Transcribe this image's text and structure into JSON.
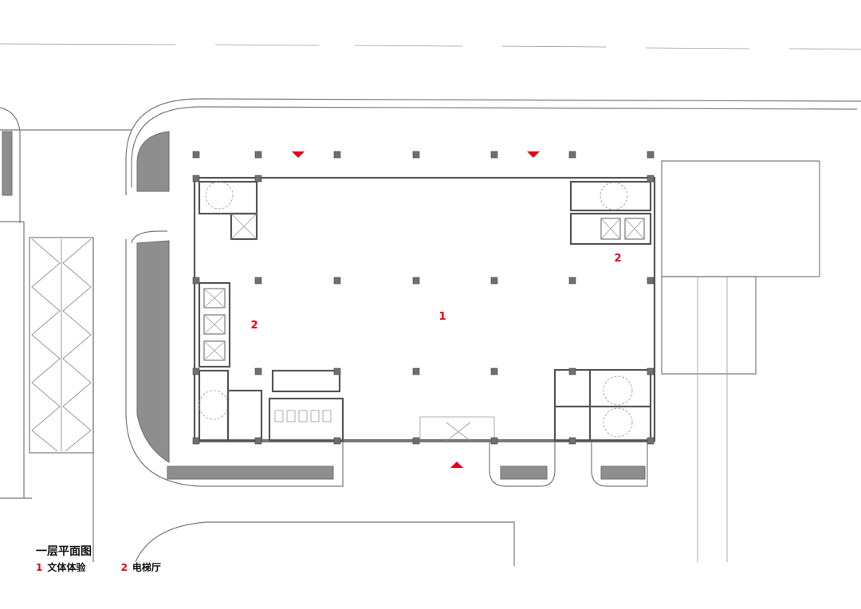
{
  "plan": {
    "title": "一层平面图",
    "room_labels": [
      {
        "id": "r1",
        "number": "1"
      },
      {
        "id": "r2a",
        "number": "2"
      },
      {
        "id": "r2b",
        "number": "2"
      }
    ],
    "legend": [
      {
        "number": "1",
        "name": "文体体验"
      },
      {
        "number": "2",
        "name": "电梯厅"
      }
    ],
    "marker_color": "#e60012"
  }
}
